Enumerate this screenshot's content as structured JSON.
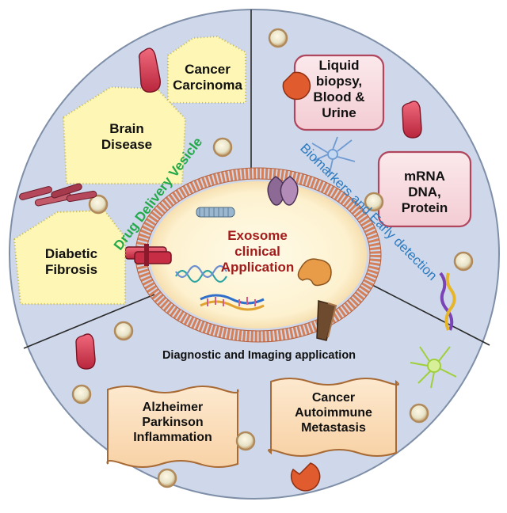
{
  "center": {
    "line1": "Exosome",
    "line2": "clinical",
    "line3": "Application"
  },
  "sections": {
    "drug_delivery": "Drug Delivery Vesicle",
    "biomarkers": "Biomarkers and Early detection",
    "diagnostic": "Diagnostic and Imaging application"
  },
  "drug_delivery_items": [
    {
      "lines": [
        "Cancer",
        "Carcinoma"
      ]
    },
    {
      "lines": [
        "Brain",
        "Disease"
      ]
    },
    {
      "lines": [
        "Diabetic",
        "Fibrosis"
      ]
    }
  ],
  "biomarker_items": [
    {
      "lines": [
        "Liquid",
        "biopsy,",
        "Blood &",
        "Urine"
      ]
    },
    {
      "lines": [
        "mRNA",
        "DNA,",
        "Protein"
      ]
    }
  ],
  "diagnostic_items": [
    {
      "lines": [
        "Alzheimer",
        "Parkinson",
        "Inflammation"
      ]
    },
    {
      "lines": [
        "Cancer",
        "Autoimmune",
        "Metastasis"
      ]
    }
  ],
  "colors": {
    "circle_fill": "#cfd8ea",
    "circle_stroke": "#7f8fa8",
    "hex_fill": "#fdf6b4",
    "hex_stroke": "#c9b94c",
    "pink_fill": "#f7dfe3",
    "pink_stroke": "#b0455e",
    "orange_fill": "#fbe0bf",
    "orange_stroke": "#a86a35",
    "membrane": "#d4805a",
    "center_text": "#a31c1c",
    "drug_label": "#23a84a",
    "biomarker_label": "#2d7bc0"
  }
}
